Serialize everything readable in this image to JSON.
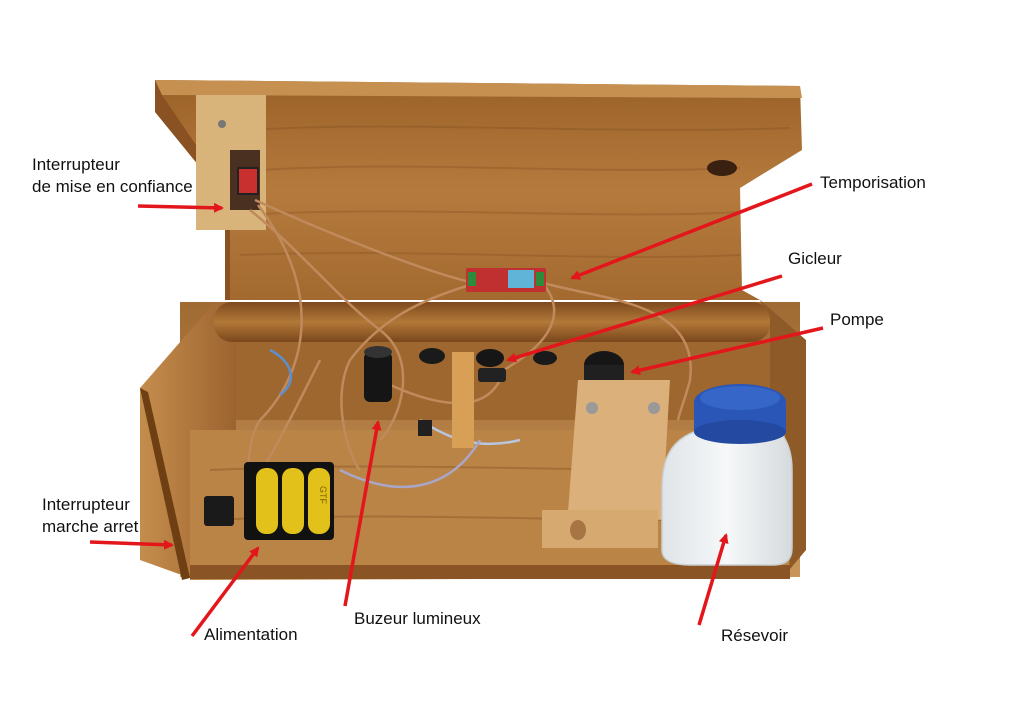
{
  "labels": {
    "switch_trust_line1": "Interrupteur",
    "switch_trust_line2": "de mise en confiance",
    "switch_onoff_line1": "Interrupteur",
    "switch_onoff_line2": "marche arret",
    "timer": "Temporisation",
    "nozzle": "Gicleur",
    "pump": "Pompe",
    "power": "Alimentation",
    "buzzer": "Buzeur lumineux",
    "tank": "Résevoir"
  },
  "battery_text": "GTF",
  "colors": {
    "arrow": "#e3161b",
    "wood_dark": "#8a5424",
    "wood_mid": "#b47a3c",
    "wood_light": "#d2a264",
    "wire": "#c08a5c",
    "battery": "#e2c21a",
    "lid": "#2a56b8"
  }
}
